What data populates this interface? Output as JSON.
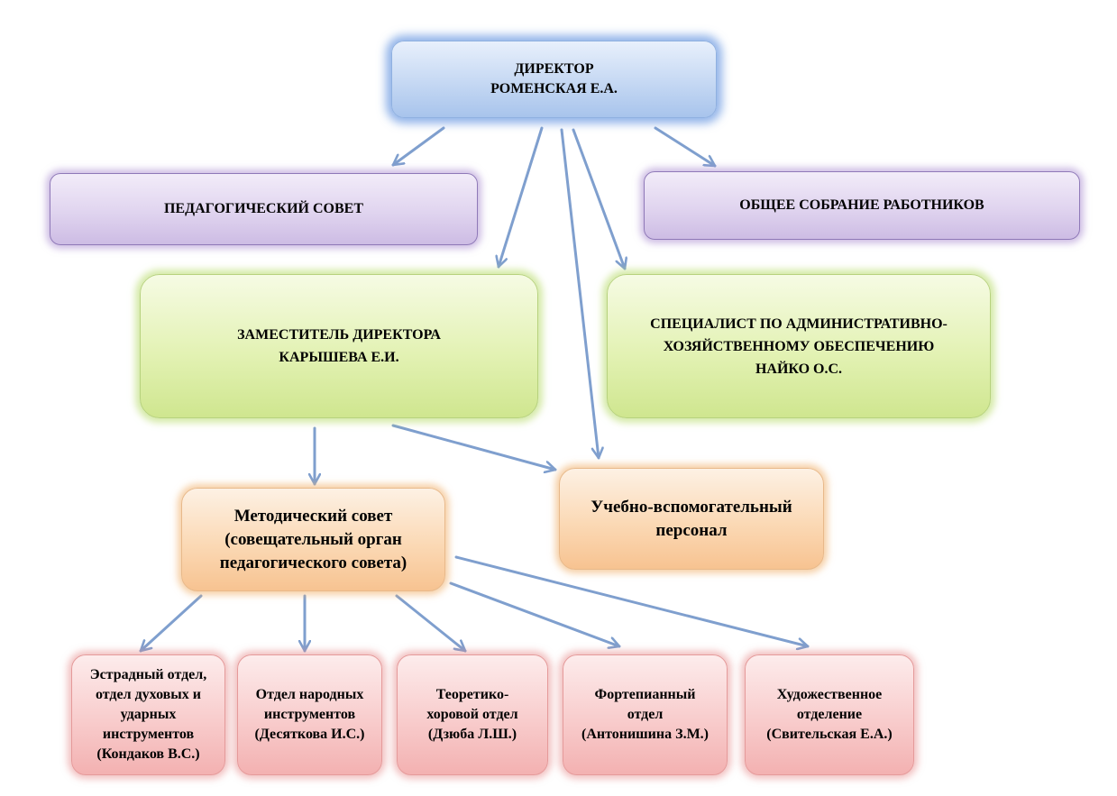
{
  "director": {
    "line1": "ДИРЕКТОР",
    "line2": "РОМЕНСКАЯ Е.А."
  },
  "councils": {
    "pedagogical": "ПЕДАГОГИЧЕСКИЙ СОВЕТ",
    "staff_meeting": "ОБЩЕЕ СОБРАНИЕ РАБОТНИКОВ"
  },
  "deputy": {
    "line1": "ЗАМЕСТИТЕЛЬ  ДИРЕКТОРА",
    "line2": "КАРЫШЕВА Е.И."
  },
  "specialist": {
    "line1": "СПЕЦИАЛИСТ ПО АДМИНИСТРАТИВНО-",
    "line2": "ХОЗЯЙСТВЕННОМУ ОБЕСПЕЧЕНИЮ",
    "line3": "НАЙКО О.С."
  },
  "methodical_council": {
    "line1": "Методический совет",
    "line2": "(совещательный орган",
    "line3": "педагогического совета)"
  },
  "support_staff": {
    "line1": "Учебно-вспомогательный",
    "line2": "персонал"
  },
  "departments": [
    {
      "lines": [
        "Эстрадный отдел,",
        "отдел духовых и",
        "ударных",
        "инструментов",
        "(Кондаков В.С.)"
      ]
    },
    {
      "lines": [
        "Отдел народных",
        "инструментов",
        "(Десяткова И.С.)"
      ]
    },
    {
      "lines": [
        "Теоретико-",
        "хоровой отдел",
        "(Дзюба Л.Ш.)"
      ]
    },
    {
      "lines": [
        "Фортепианный",
        "отдел",
        "(Антонишина З.М.)"
      ]
    },
    {
      "lines": [
        "Художественное",
        "отделение",
        "(Свительская Е.А.)"
      ]
    }
  ],
  "colors": {
    "arrow": "#7f9fce",
    "director_fill": "#c5d8f3",
    "council_fill": "#e0d4ef",
    "green_fill": "#e3f2b4",
    "orange_fill": "#fbd9b5",
    "pink_fill": "#f8cccc"
  }
}
